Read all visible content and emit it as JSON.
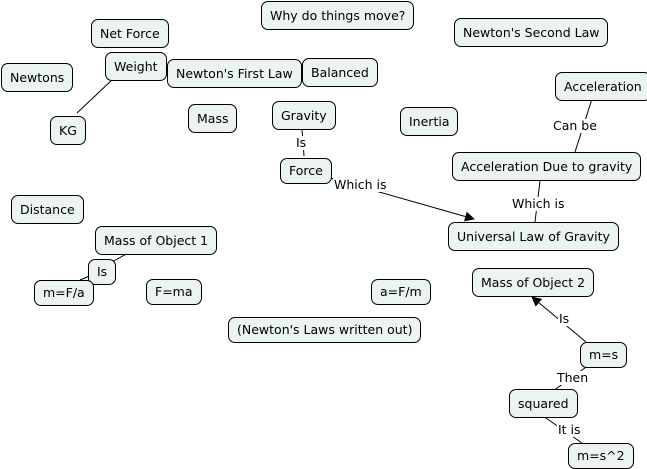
{
  "nodes": {
    "why_move": "Why do things move?",
    "net_force": "Net Force",
    "second_law": "Newton's Second Law",
    "weight": "Weight",
    "newtons": "Newtons",
    "first_law": "Newton's First Law",
    "balanced": "Balanced",
    "acceleration": "Acceleration",
    "kg": "KG",
    "mass": "Mass",
    "gravity": "Gravity",
    "inertia": "Inertia",
    "force": "Force",
    "accel_gravity": "Acceleration Due to gravity",
    "distance": "Distance",
    "mass_obj1": "Mass of Object 1",
    "universal_law": "Universal Law of Gravity",
    "is_node": "Is",
    "mfa": "m=F/a",
    "fma": "F=ma",
    "afm": "a=F/m",
    "mass_obj2": "Mass of Object 2",
    "laws_written": "(Newton's Laws written out)",
    "ms": "m=s",
    "squared": "squared",
    "ms2": "m=s^2"
  },
  "edge_labels": {
    "gravity_force": "Is",
    "force_universal": "Which is",
    "acceleration_can_be": "Can be",
    "accel_gravity_which_is": "Which is",
    "obj2_is": "Is",
    "ms_then": "Then",
    "squared_it_is": "It is"
  }
}
